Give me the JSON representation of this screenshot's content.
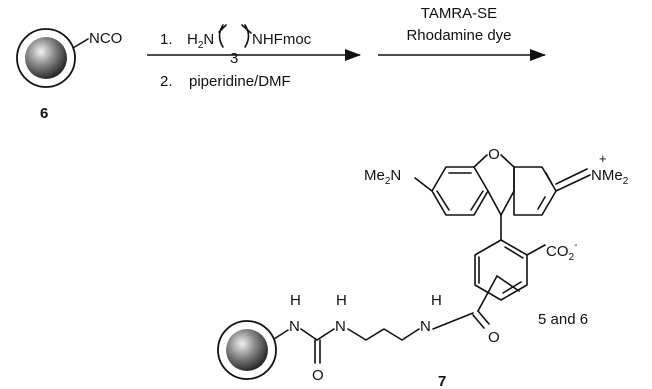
{
  "compound_start": {
    "number": "6",
    "group": "NCO"
  },
  "step1": {
    "items": [
      {
        "num": "1.",
        "reagent_pre": "H",
        "reagent_sub": "2",
        "reagent_mid": "N",
        "reagent_post": "NHFmoc",
        "chain_count": "3"
      },
      {
        "num": "2.",
        "reagent": "piperidine/DMF"
      }
    ]
  },
  "step2": {
    "reagent": "TAMRA-SE",
    "description": "Rhodamine dye"
  },
  "product": {
    "number": "7",
    "left_amine": {
      "pre": "Me",
      "sub": "2",
      "post": "N"
    },
    "right_amine": {
      "charge": "+",
      "atom": "N",
      "post": "Me",
      "sub": "2"
    },
    "ring_o": "O",
    "carboxylate": {
      "pre": "CO",
      "sub": "2",
      "charge": "-"
    },
    "linker_h": [
      "H",
      "H",
      "H"
    ],
    "linker_n": [
      "N",
      "N",
      "N"
    ],
    "carbonyl_o": [
      "O",
      "O"
    ],
    "isomer_note": "5 and 6"
  },
  "colors": {
    "ink": "#111111",
    "bead_light": "#f2f2f2",
    "bead_dark": "#1e1e1e"
  }
}
